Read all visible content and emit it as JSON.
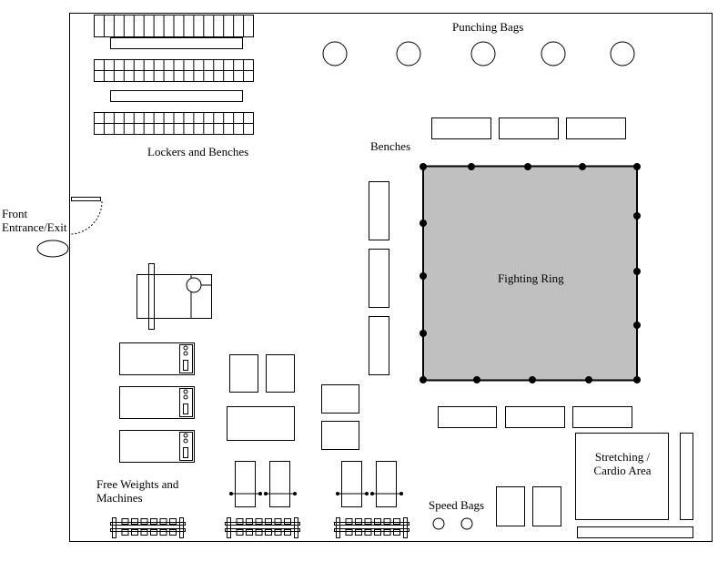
{
  "labels": {
    "punching_bags": "Punching Bags",
    "lockers_benches": "Lockers and Benches",
    "benches": "Benches",
    "front_entrance_line1": "Front",
    "front_entrance_line2": "Entrance/Exit",
    "fighting_ring": "Fighting Ring",
    "free_weights_line1": "Free Weights and",
    "free_weights_line2": "Machines",
    "speed_bags": "Speed Bags",
    "stretching_line1": "Stretching /",
    "stretching_line2": "Cardio Area"
  },
  "colors": {
    "ring_fill": "#c0c0c0",
    "stroke": "#000000",
    "background": "#ffffff"
  }
}
